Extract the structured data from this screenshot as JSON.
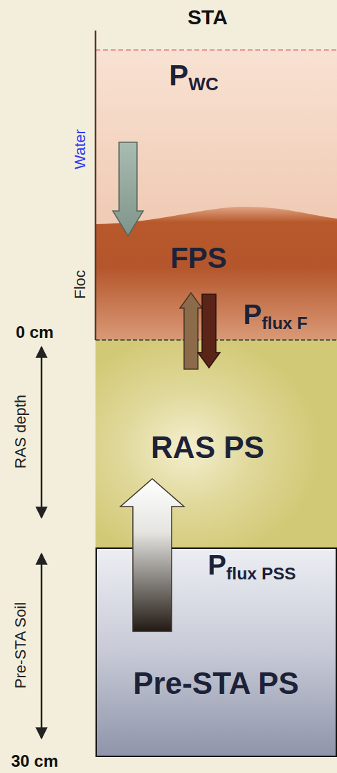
{
  "diagram": {
    "title": "STA",
    "nodes": [
      {
        "text": [
          "PWC"
        ]
      },
      {
        "text": [
          "FPS",
          "Pflux F"
        ]
      },
      {
        "text": [
          "RAS PS"
        ]
      },
      {
        "text": [
          "Pflux PSS",
          "Pre-STA PS"
        ]
      }
    ],
    "edges": [
      {
        "from": 0,
        "to": 1,
        "arrow": "to"
      },
      {
        "from": 2,
        "to": 1,
        "arrow": "to"
      },
      {
        "from": 1,
        "to": 2,
        "arrow": "to"
      },
      {
        "from": 3,
        "to": 2,
        "arrow": "to"
      }
    ],
    "labels": [
      "Water",
      "Floc",
      "0 cm",
      "RAS depth",
      "Pre-STA Soil",
      "30 cm"
    ]
  }
}
